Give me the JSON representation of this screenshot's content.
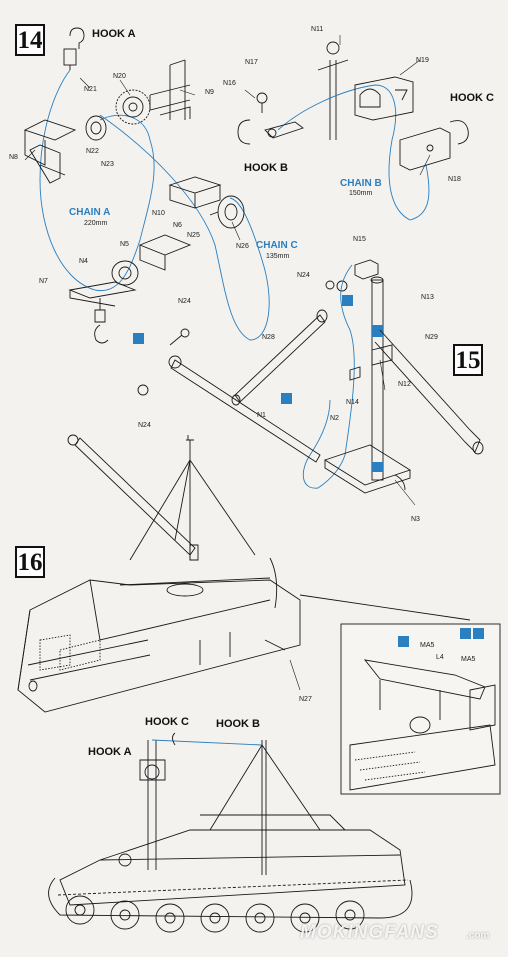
{
  "steps": {
    "s14": "14",
    "s15": "15",
    "s16": "16"
  },
  "hooks": {
    "a": "HOOK A",
    "b": "HOOK B",
    "c": "HOOK C",
    "a2": "HOOK A",
    "b2": "HOOK B",
    "c2": "HOOK C"
  },
  "chains": {
    "a_name": "CHAIN A",
    "a_len": "220mm",
    "b_name": "CHAIN B",
    "b_len": "150mm",
    "c_name": "CHAIN C",
    "c_len": "135mm"
  },
  "parts": {
    "N21": "N21",
    "N20": "N20",
    "N9": "N9",
    "N8": "N8",
    "N22": "N22",
    "N23": "N23",
    "N11": "N11",
    "N17": "N17",
    "N16": "N16",
    "N19": "N19",
    "N18": "N18",
    "N10": "N10",
    "N6": "N6",
    "N25": "N25",
    "N26": "N26",
    "N5": "N5",
    "N4": "N4",
    "N7": "N7",
    "N15": "N15",
    "N24a": "N24",
    "N13": "N13",
    "N24b": "N24",
    "N28": "N28",
    "N29": "N29",
    "N12": "N12",
    "N14": "N14",
    "N24c": "N24",
    "N1": "N1",
    "N2": "N2",
    "N3": "N3",
    "N27": "N27",
    "MA5a": "MA5",
    "L4": "L4",
    "MA5b": "MA5"
  },
  "watermark": {
    "brand": "MOKINGFANS",
    "domain": ".com"
  },
  "colors": {
    "chain": "#2a7fc0",
    "line": "#1a1a1a",
    "paper": "#f3f2ee",
    "icon": "#2a7fc0"
  },
  "icons": [
    "glue-icon",
    "paint-icon",
    "hook-icon",
    "pulley-icon"
  ]
}
